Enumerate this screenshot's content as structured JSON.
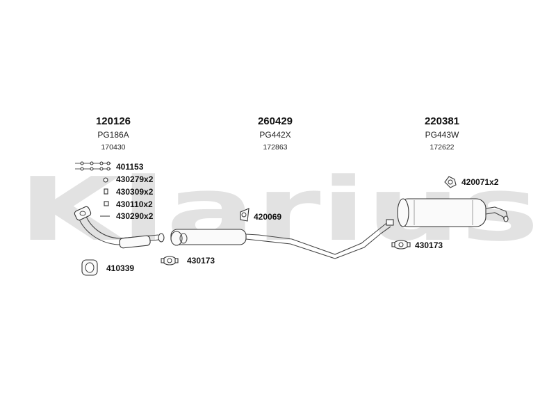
{
  "watermark": "Klarius",
  "groups": [
    {
      "code": "120126",
      "ref": "PG186A",
      "num": "170430"
    },
    {
      "code": "260429",
      "ref": "PG442X",
      "num": "172863"
    },
    {
      "code": "220381",
      "ref": "PG443W",
      "num": "172622"
    }
  ],
  "parts": {
    "p401153": "401153",
    "p430279": "430279x2",
    "p430309": "430309x2",
    "p430110": "430110x2",
    "p430290": "430290x2",
    "p420069": "420069",
    "p420071": "420071x2",
    "p430173_mid": "430173",
    "p430173_right": "430173",
    "p410339": "410339"
  }
}
